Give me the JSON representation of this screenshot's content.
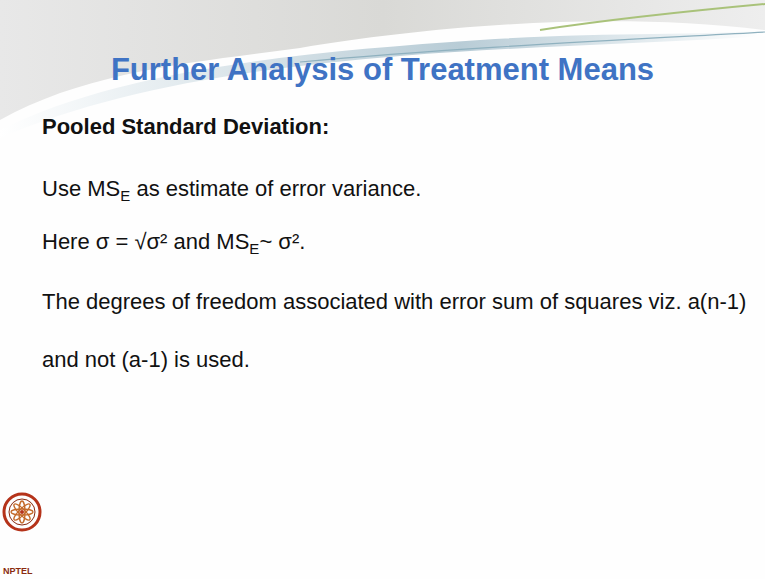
{
  "diagram": {
    "title": "Further Analysis of Treatment Means",
    "labels": [
      "Pooled Standard Deviation:",
      "Use MS",
      "E",
      "as estimate of error variance.",
      "Here σ = √σ² and MS",
      "E",
      "~ σ².",
      "The degrees of freedom associated with error sum of squares viz. a(n-1) and not (a-1) is used.",
      "NPTEL"
    ]
  }
}
